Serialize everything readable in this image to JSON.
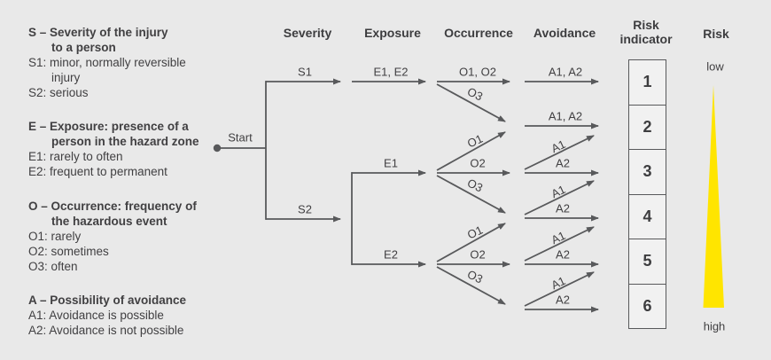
{
  "legend": {
    "sections": [
      {
        "title": "S – Severity of the injury\nto a person",
        "items": [
          "S1: minor, normally reversible\ninjury",
          "S2: serious"
        ]
      },
      {
        "title": "E – Exposure: presence of a\nperson in the hazard zone",
        "items": [
          "E1: rarely to often",
          "E2: frequent to permanent"
        ]
      },
      {
        "title": "O – Occurrence: frequency of\nthe hazardous event",
        "items": [
          "O1: rarely",
          "O2: sometimes",
          "O3: often"
        ]
      },
      {
        "title": "A – Possibility of avoidance",
        "items": [
          "A1: Avoidance is possible",
          "A2: Avoidance is not possible"
        ]
      }
    ]
  },
  "columns": {
    "severity": "Severity",
    "exposure": "Exposure",
    "occurrence": "Occurrence",
    "avoidance": "Avoidance",
    "risk_indicator": "Risk\nindicator",
    "risk": "Risk"
  },
  "tree": {
    "start": "Start",
    "s1": "S1",
    "s2": "S2",
    "e1e2": "E1, E2",
    "e1": "E1",
    "e2": "E2",
    "o1o2": "O1, O2",
    "o1": "O1",
    "o2": "O2",
    "o3": "O3",
    "a1a2": "A1, A2",
    "a1": "A1",
    "a2": "A2"
  },
  "risk_indicator": {
    "values": [
      "1",
      "2",
      "3",
      "4",
      "5",
      "6"
    ]
  },
  "risk_scale": {
    "low": "low",
    "high": "high"
  },
  "colors": {
    "background": "#e9e9e9",
    "line": "#58595b",
    "text": "#414042",
    "box_fill": "#f1f1f1",
    "risk_wedge_yellow": "#ffe500"
  }
}
